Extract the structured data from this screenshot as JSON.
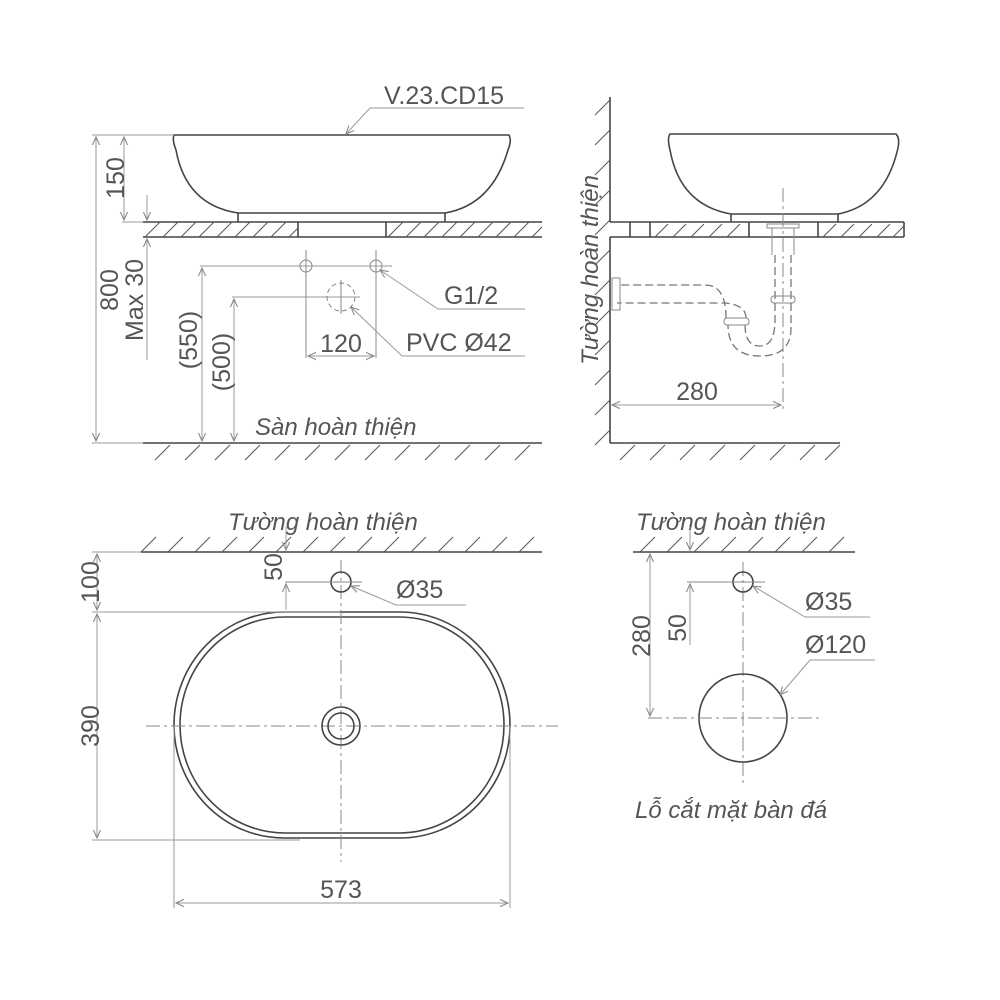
{
  "drawing": {
    "model_code": "V.23.CD15",
    "colors": {
      "line": "#444444",
      "dimension": "#999999",
      "text": "#555555",
      "background": "#ffffff"
    },
    "front_view": {
      "dimensions": {
        "bowl_height": "150",
        "total_height": "800",
        "countertop_thickness": "Max 30",
        "supply_height": "(550)",
        "drain_height": "(500)",
        "supply_spacing": "120"
      },
      "labels": {
        "supply": "G1/2",
        "drain": "PVC Ø42",
        "floor": "Sàn hoàn thiện"
      }
    },
    "side_view": {
      "labels": {
        "wall": "Tường hoàn thiện"
      },
      "dimensions": {
        "trap_offset": "280"
      }
    },
    "plan_view": {
      "labels": {
        "wall": "Tường hoàn thiện",
        "tap_hole": "Ø35"
      },
      "dimensions": {
        "wall_clearance": "100",
        "tap_offset": "50",
        "depth": "390",
        "width": "573"
      }
    },
    "cutout_view": {
      "labels": {
        "wall": "Tường hoàn thiện",
        "tap_hole": "Ø35",
        "drain_hole": "Ø120",
        "title": "Lỗ cắt mặt bàn đá"
      },
      "dimensions": {
        "drain_offset": "280",
        "tap_offset": "50"
      }
    }
  }
}
